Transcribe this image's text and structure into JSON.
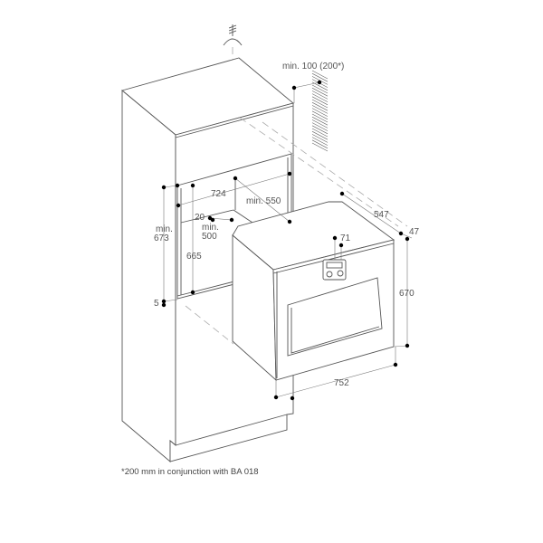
{
  "dimensions": {
    "wall_clearance": "min. 100 (200*)",
    "niche_width": "724",
    "niche_depth": "min. 550",
    "vent_gap": "20",
    "vent_depth_line1": "min.",
    "vent_depth_line2": "500",
    "niche_height_line1": "min.",
    "niche_height_line2": "673",
    "inner_height": "665",
    "base_gap": "5",
    "oven_depth": "547",
    "front_offset": "47",
    "oven_height": "670",
    "control_offset": "71",
    "oven_width": "752"
  },
  "footnote": "*200 mm in conjunction with BA 018"
}
